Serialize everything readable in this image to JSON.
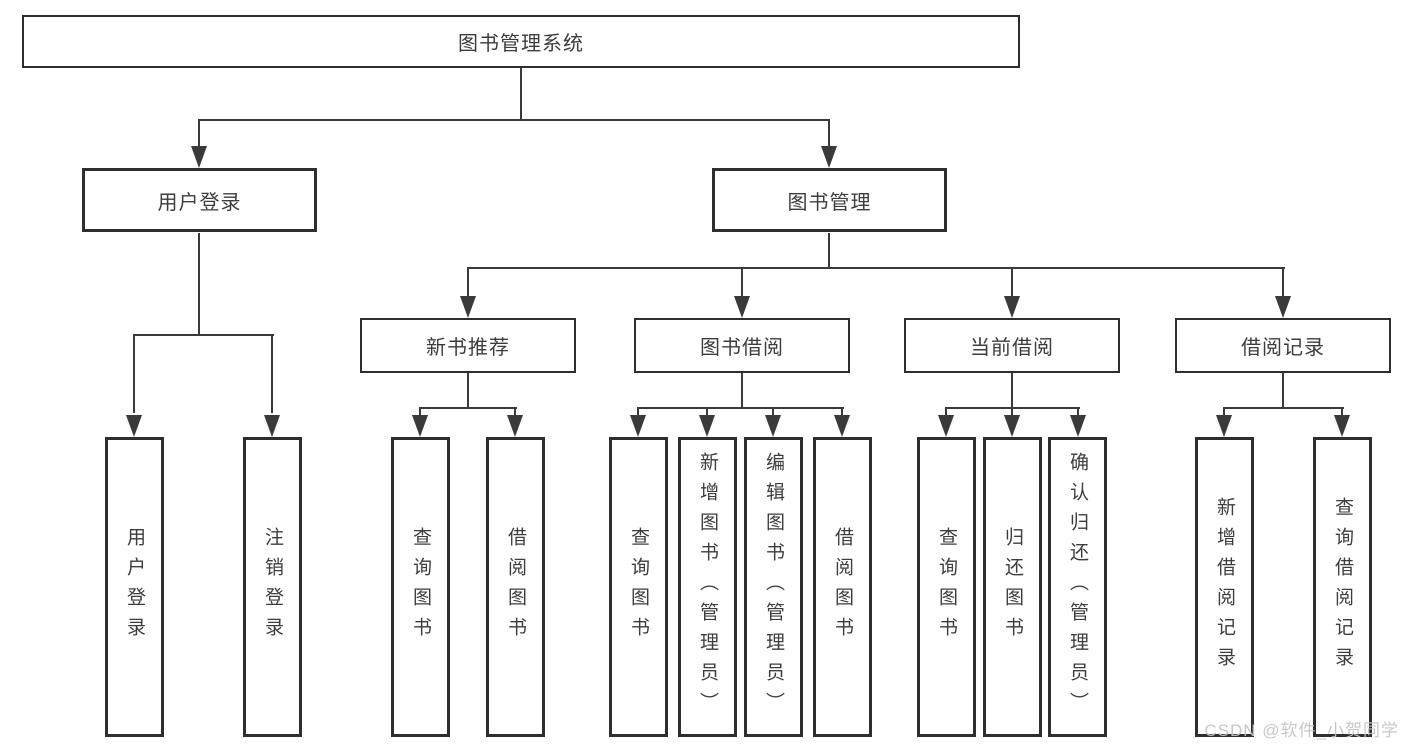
{
  "tree": {
    "root": "图书管理系统",
    "branches": [
      {
        "label": "用户登录",
        "children": [
          "用户登录",
          "注销登录"
        ]
      },
      {
        "label": "图书管理",
        "children": [
          {
            "label": "新书推荐",
            "children": [
              "查询图书",
              "借阅图书"
            ]
          },
          {
            "label": "图书借阅",
            "children": [
              "查询图书",
              "新增图书（管理员）",
              "编辑图书（管理员）",
              "借阅图书"
            ]
          },
          {
            "label": "当前借阅",
            "children": [
              "查询图书",
              "归还图书",
              "确认归还（管理员）"
            ]
          },
          {
            "label": "借阅记录",
            "children": [
              "新增借阅记录",
              "查询借阅记录"
            ]
          }
        ]
      }
    ]
  },
  "watermark": "CSDN @软件_小贺同学",
  "colors": {
    "background": "#ffffff",
    "line": "#3a3a3a",
    "box_border": "#2e2e2e",
    "box_fill": "#ffffff",
    "text": "#3d3d3d",
    "watermark": "#c5c5c5"
  }
}
